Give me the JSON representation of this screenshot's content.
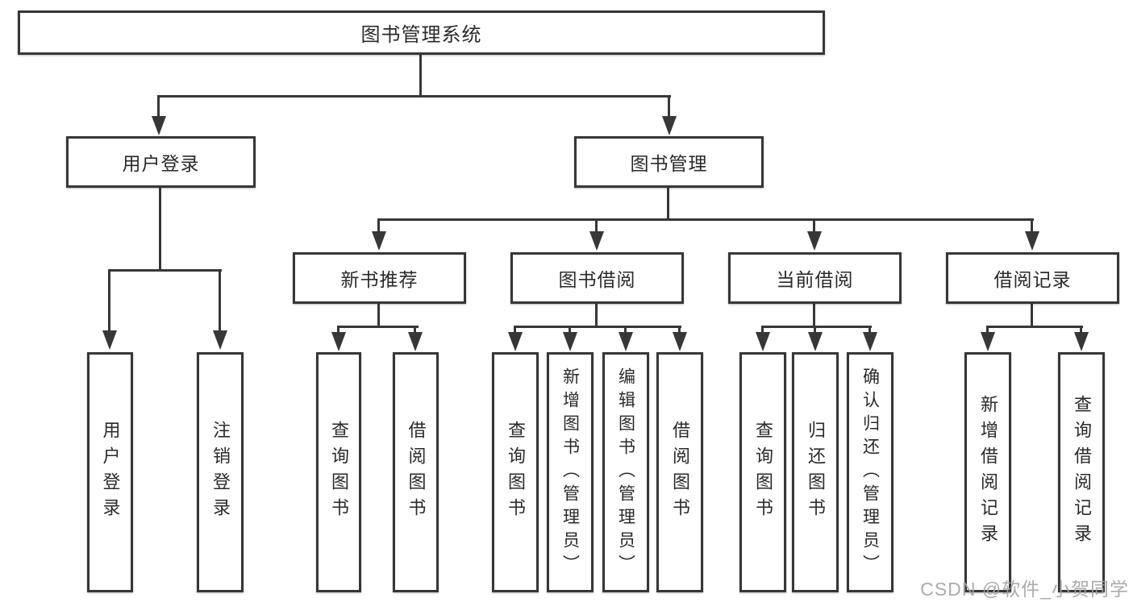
{
  "diagram": {
    "title": "图书管理系统",
    "branches": [
      {
        "label": "用户登录",
        "children": [
          {
            "label": "用户登录"
          },
          {
            "label": "注销登录"
          }
        ]
      },
      {
        "label": "图书管理",
        "children": [
          {
            "label": "新书推荐",
            "children": [
              {
                "label": "查询图书"
              },
              {
                "label": "借阅图书"
              }
            ]
          },
          {
            "label": "图书借阅",
            "children": [
              {
                "label": "查询图书"
              },
              {
                "label": "新增图书（管理员）"
              },
              {
                "label": "编辑图书（管理员）"
              },
              {
                "label": "借阅图书"
              }
            ]
          },
          {
            "label": "当前借阅",
            "children": [
              {
                "label": "查询图书"
              },
              {
                "label": "归还图书"
              },
              {
                "label": "确认归还（管理员）"
              }
            ]
          },
          {
            "label": "借阅记录",
            "children": [
              {
                "label": "新增借阅记录"
              },
              {
                "label": "查询借阅记录"
              }
            ]
          }
        ]
      }
    ]
  },
  "watermark": "CSDN @软件_小贺同学",
  "colors": {
    "line": "#373737",
    "text": "#2a2a2a",
    "watermark": "#a3a3a3",
    "background": "#ffffff"
  }
}
